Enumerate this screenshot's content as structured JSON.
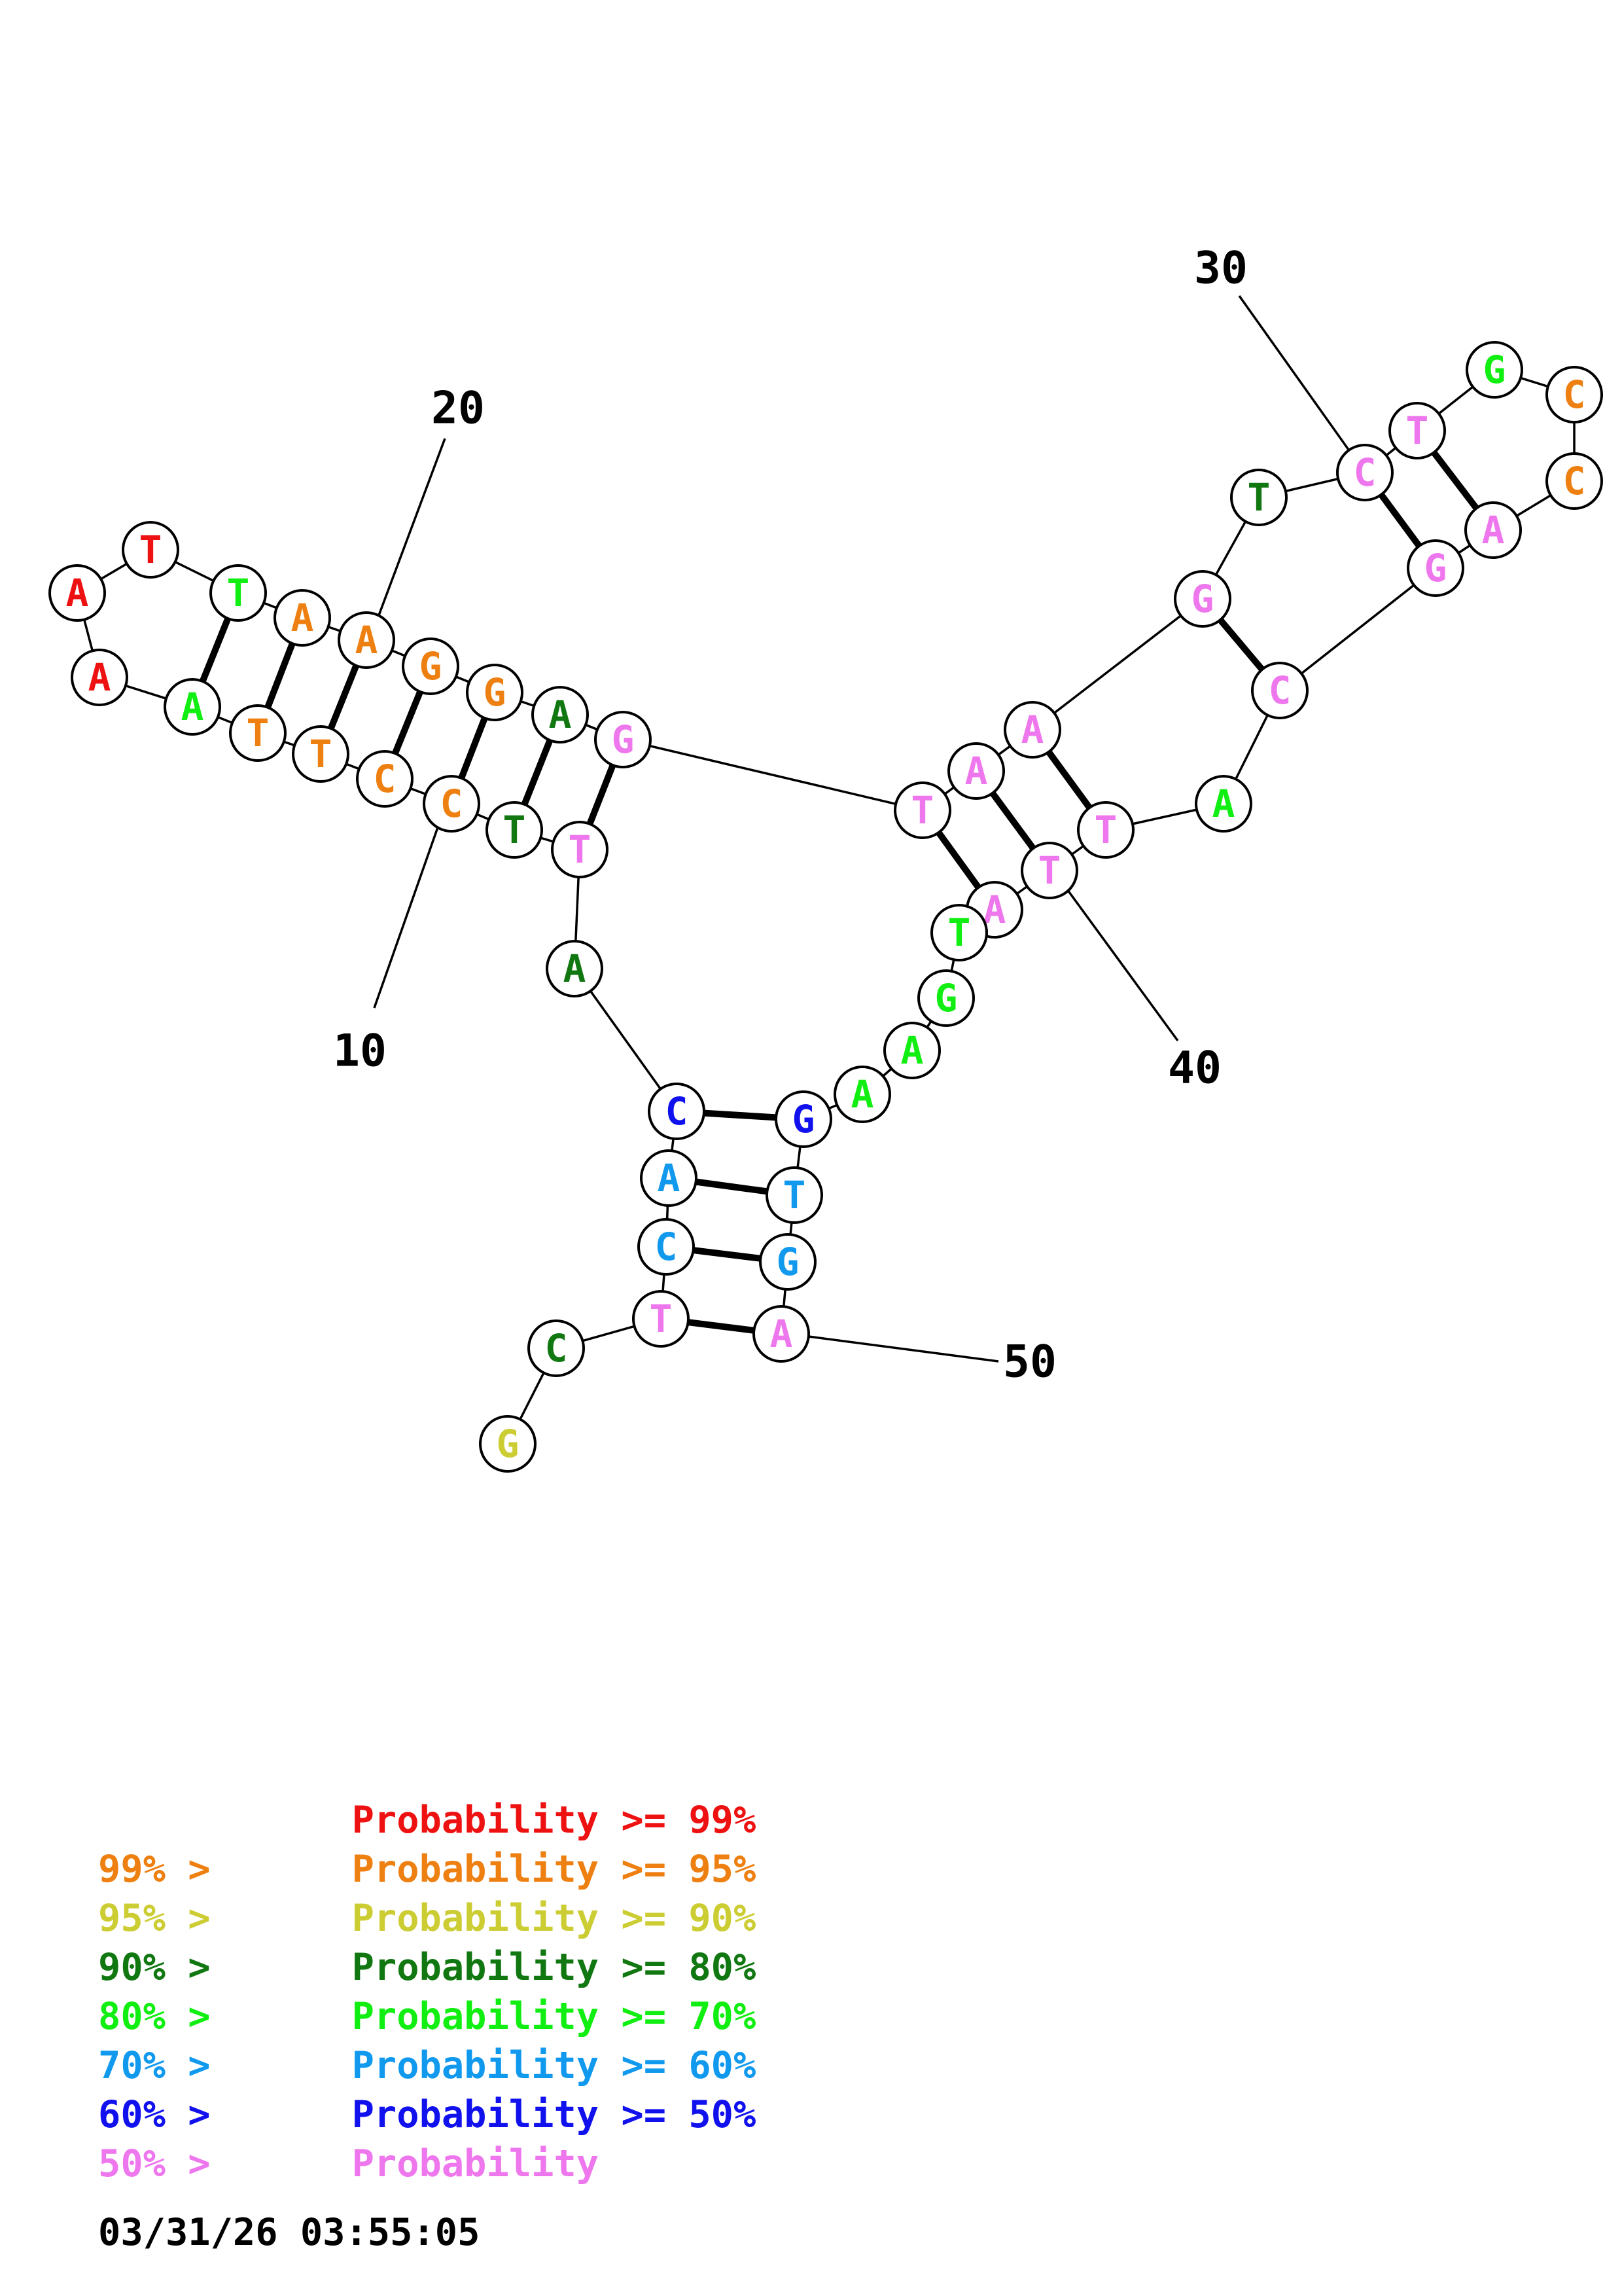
{
  "colors": {
    "p99": "#ee1111",
    "p95": "#ee7f11",
    "p90": "#cccc33",
    "p80": "#117711",
    "p70": "#11ee11",
    "p60": "#1199ee",
    "p50": "#1111ee",
    "plow": "#ee77ee"
  },
  "nucleotides": [
    {
      "n": 1,
      "base": "G",
      "prob": "p90"
    },
    {
      "n": 2,
      "base": "C",
      "prob": "p80"
    },
    {
      "n": 3,
      "base": "T",
      "prob": "plow"
    },
    {
      "n": 4,
      "base": "C",
      "prob": "p60"
    },
    {
      "n": 5,
      "base": "A",
      "prob": "p60"
    },
    {
      "n": 6,
      "base": "C",
      "prob": "p50"
    },
    {
      "n": 7,
      "base": "A",
      "prob": "p80"
    },
    {
      "n": 8,
      "base": "T",
      "prob": "plow"
    },
    {
      "n": 9,
      "base": "T",
      "prob": "p80"
    },
    {
      "n": 10,
      "base": "C",
      "prob": "p95"
    },
    {
      "n": 11,
      "base": "C",
      "prob": "p95"
    },
    {
      "n": 12,
      "base": "T",
      "prob": "p95"
    },
    {
      "n": 13,
      "base": "T",
      "prob": "p95"
    },
    {
      "n": 14,
      "base": "A",
      "prob": "p70"
    },
    {
      "n": 15,
      "base": "A",
      "prob": "p99"
    },
    {
      "n": 16,
      "base": "A",
      "prob": "p99"
    },
    {
      "n": 17,
      "base": "T",
      "prob": "p99"
    },
    {
      "n": 18,
      "base": "T",
      "prob": "p70"
    },
    {
      "n": 19,
      "base": "A",
      "prob": "p95"
    },
    {
      "n": 20,
      "base": "A",
      "prob": "p95"
    },
    {
      "n": 21,
      "base": "G",
      "prob": "p95"
    },
    {
      "n": 22,
      "base": "G",
      "prob": "p95"
    },
    {
      "n": 23,
      "base": "A",
      "prob": "p80"
    },
    {
      "n": 24,
      "base": "G",
      "prob": "plow"
    },
    {
      "n": 25,
      "base": "T",
      "prob": "plow"
    },
    {
      "n": 26,
      "base": "A",
      "prob": "plow"
    },
    {
      "n": 27,
      "base": "A",
      "prob": "plow"
    },
    {
      "n": 28,
      "base": "G",
      "prob": "plow"
    },
    {
      "n": 29,
      "base": "T",
      "prob": "p80"
    },
    {
      "n": 30,
      "base": "C",
      "prob": "plow"
    },
    {
      "n": 31,
      "base": "T",
      "prob": "plow"
    },
    {
      "n": 32,
      "base": "G",
      "prob": "p70"
    },
    {
      "n": 33,
      "base": "C",
      "prob": "p95"
    },
    {
      "n": 34,
      "base": "C",
      "prob": "p95"
    },
    {
      "n": 35,
      "base": "A",
      "prob": "plow"
    },
    {
      "n": 36,
      "base": "G",
      "prob": "plow"
    },
    {
      "n": 37,
      "base": "C",
      "prob": "plow"
    },
    {
      "n": 38,
      "base": "A",
      "prob": "p70"
    },
    {
      "n": 39,
      "base": "T",
      "prob": "plow"
    },
    {
      "n": 40,
      "base": "T",
      "prob": "plow"
    },
    {
      "n": 41,
      "base": "A",
      "prob": "plow"
    },
    {
      "n": 42,
      "base": "T",
      "prob": "p70"
    },
    {
      "n": 43,
      "base": "G",
      "prob": "p70"
    },
    {
      "n": 44,
      "base": "A",
      "prob": "p70"
    },
    {
      "n": 45,
      "base": "A",
      "prob": "p70"
    },
    {
      "n": 46,
      "base": "G",
      "prob": "p50"
    },
    {
      "n": 47,
      "base": "T",
      "prob": "p60"
    },
    {
      "n": 48,
      "base": "G",
      "prob": "p60"
    },
    {
      "n": 49,
      "base": "A",
      "prob": "plow"
    }
  ],
  "pairs": [
    [
      3,
      49
    ],
    [
      4,
      48
    ],
    [
      5,
      47
    ],
    [
      6,
      46
    ],
    [
      8,
      24
    ],
    [
      9,
      23
    ],
    [
      10,
      22
    ],
    [
      11,
      21
    ],
    [
      12,
      20
    ],
    [
      13,
      19
    ],
    [
      14,
      18
    ],
    [
      25,
      41
    ],
    [
      26,
      40
    ],
    [
      27,
      39
    ],
    [
      28,
      37
    ],
    [
      30,
      36
    ],
    [
      31,
      35
    ]
  ],
  "ticks": [
    {
      "n": 10,
      "label": "10"
    },
    {
      "n": 20,
      "label": "20"
    },
    {
      "n": 30,
      "label": "30"
    },
    {
      "n": 40,
      "label": "40"
    },
    {
      "n": 50,
      "label": "50"
    }
  ],
  "legend": [
    {
      "prefix": "",
      "text": "Probability >= 99%",
      "color": "p99"
    },
    {
      "prefix": "99% > ",
      "text": "Probability >= 95%",
      "color": "p95"
    },
    {
      "prefix": "95% > ",
      "text": "Probability >= 90%",
      "color": "p90"
    },
    {
      "prefix": "90% > ",
      "text": "Probability >= 80%",
      "color": "p80"
    },
    {
      "prefix": "80% > ",
      "text": "Probability >= 70%",
      "color": "p70"
    },
    {
      "prefix": "70% > ",
      "text": "Probability >= 60%",
      "color": "p60"
    },
    {
      "prefix": "60% > ",
      "text": "Probability >= 50%",
      "color": "p50"
    },
    {
      "prefix": "50% > ",
      "text": "Probability",
      "color": "plow"
    }
  ],
  "timestamp": "03/31/26 03:55:05"
}
